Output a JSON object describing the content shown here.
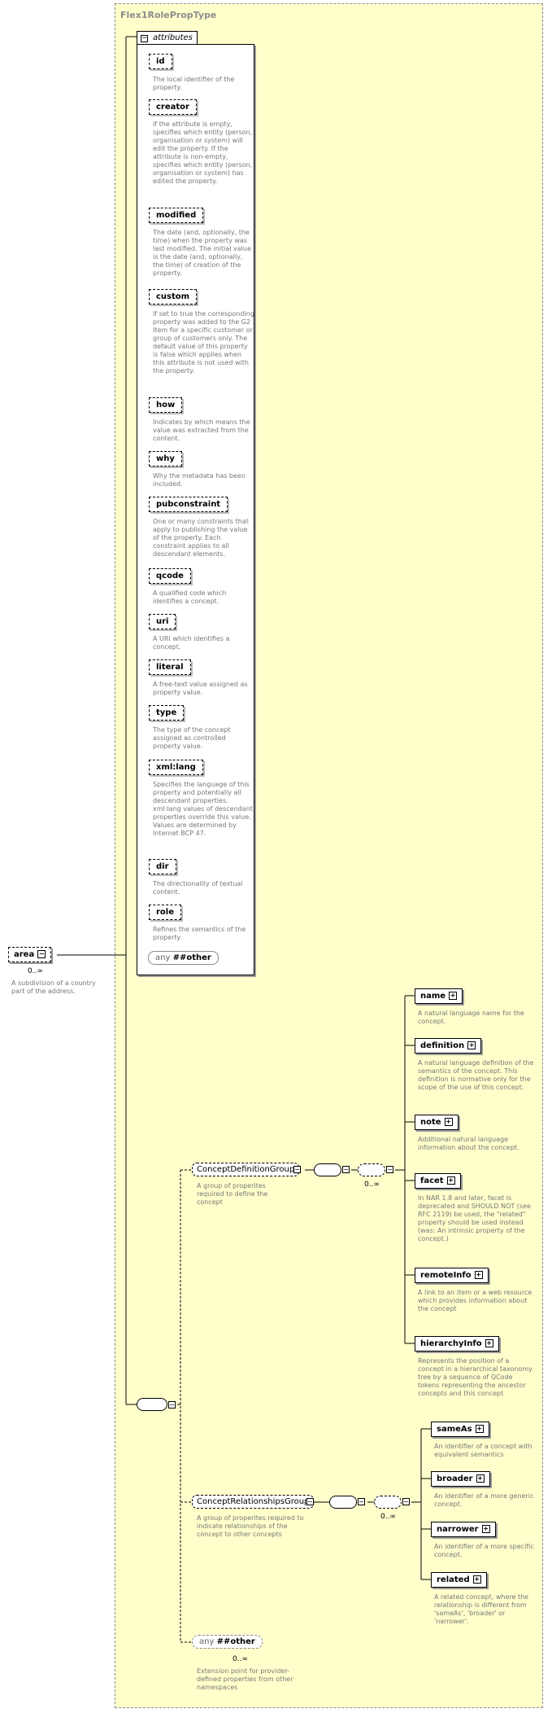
{
  "type_name": "Flex1RolePropType",
  "attributes_label": "attributes",
  "area": {
    "label": "area",
    "mult": "0..∞",
    "desc": "A subdivision of a country part of the address."
  },
  "attributes": [
    {
      "name": "id",
      "desc": "The local identifier of the property."
    },
    {
      "name": "creator",
      "desc": "If the attribute is empty, specifies which entity (person, organisation or system) will edit the property. If the attribute is non-empty, specifies which entity (person, organisation or system) has edited the property."
    },
    {
      "name": "modified",
      "desc": "The date (and, optionally, the time) when the property was last modified. The initial value is the date (and, optionally, the time) of creation of the property."
    },
    {
      "name": "custom",
      "desc": "If set to true the corresponding property was added to the G2 Item for a specific customer or group of customers only. The default value of this property is false which applies when this attribute is not used with the property."
    },
    {
      "name": "how",
      "desc": "Indicates by which means the value was extracted from the content."
    },
    {
      "name": "why",
      "desc": "Why the metadata has been included."
    },
    {
      "name": "pubconstraint",
      "desc": "One or many constraints that apply to publishing the value of the property. Each constraint applies to all descendant elements."
    },
    {
      "name": "qcode",
      "desc": "A qualified code which identifies a concept."
    },
    {
      "name": "uri",
      "desc": "A URI which identifies a concept."
    },
    {
      "name": "literal",
      "desc": "A free-text value assigned as property value."
    },
    {
      "name": "type",
      "desc": "The type of the concept assigned as controlled property value."
    },
    {
      "name": "xml:lang",
      "desc": "Specifies the language of this property and potentially all descendant properties. xml:lang values of descendant properties override this value. Values are determined by Internet BCP 47."
    },
    {
      "name": "dir",
      "desc": "The directionality of textual content."
    },
    {
      "name": "role",
      "desc": "Refines the semantics of the property"
    }
  ],
  "any_attr": {
    "any": "any",
    "other": "##other"
  },
  "concept_def_group": {
    "label": "ConceptDefinitionGroup",
    "desc": "A group of properites required to define the concept",
    "mult": "0..∞",
    "elements": [
      {
        "name": "name",
        "desc": "A natural language name for the concept."
      },
      {
        "name": "definition",
        "desc": "A natural language definition of the semantics of the concept. This definition is normative only for the scope of the use of this concept."
      },
      {
        "name": "note",
        "desc": "Additional natural language information about the concept."
      },
      {
        "name": "facet",
        "desc": "In NAR 1.8 and later, facet is deprecated and SHOULD NOT (see RFC 2119) be used, the \"related\" property should be used instead (was: An intrinsic property of the concept.)"
      },
      {
        "name": "remoteInfo",
        "desc": "A link to an item or a web resource which provides information about the concept"
      },
      {
        "name": "hierarchyInfo",
        "desc": "Represents the position of a concept in a hierarchical taxonomy tree by a sequence of QCode tokens representing the ancestor concepts and this concept"
      }
    ]
  },
  "concept_rel_group": {
    "label": "ConceptRelationshipsGroup",
    "desc": "A group of properites required to indicate relationships of the concept to other concepts",
    "mult": "0..∞",
    "elements": [
      {
        "name": "sameAs",
        "desc": "An identifier of a concept with equivalent semantics"
      },
      {
        "name": "broader",
        "desc": "An identifier of a more generic concept."
      },
      {
        "name": "narrower",
        "desc": "An identifier of a more specific concept."
      },
      {
        "name": "related",
        "desc": "A related concept, where the relationship is different from 'sameAs', 'broader' or 'narrower'."
      }
    ]
  },
  "any_elem": {
    "any": "any",
    "other": "##other",
    "mult": "0..∞",
    "desc": "Extension point for provider-defined properties from other namespaces"
  }
}
